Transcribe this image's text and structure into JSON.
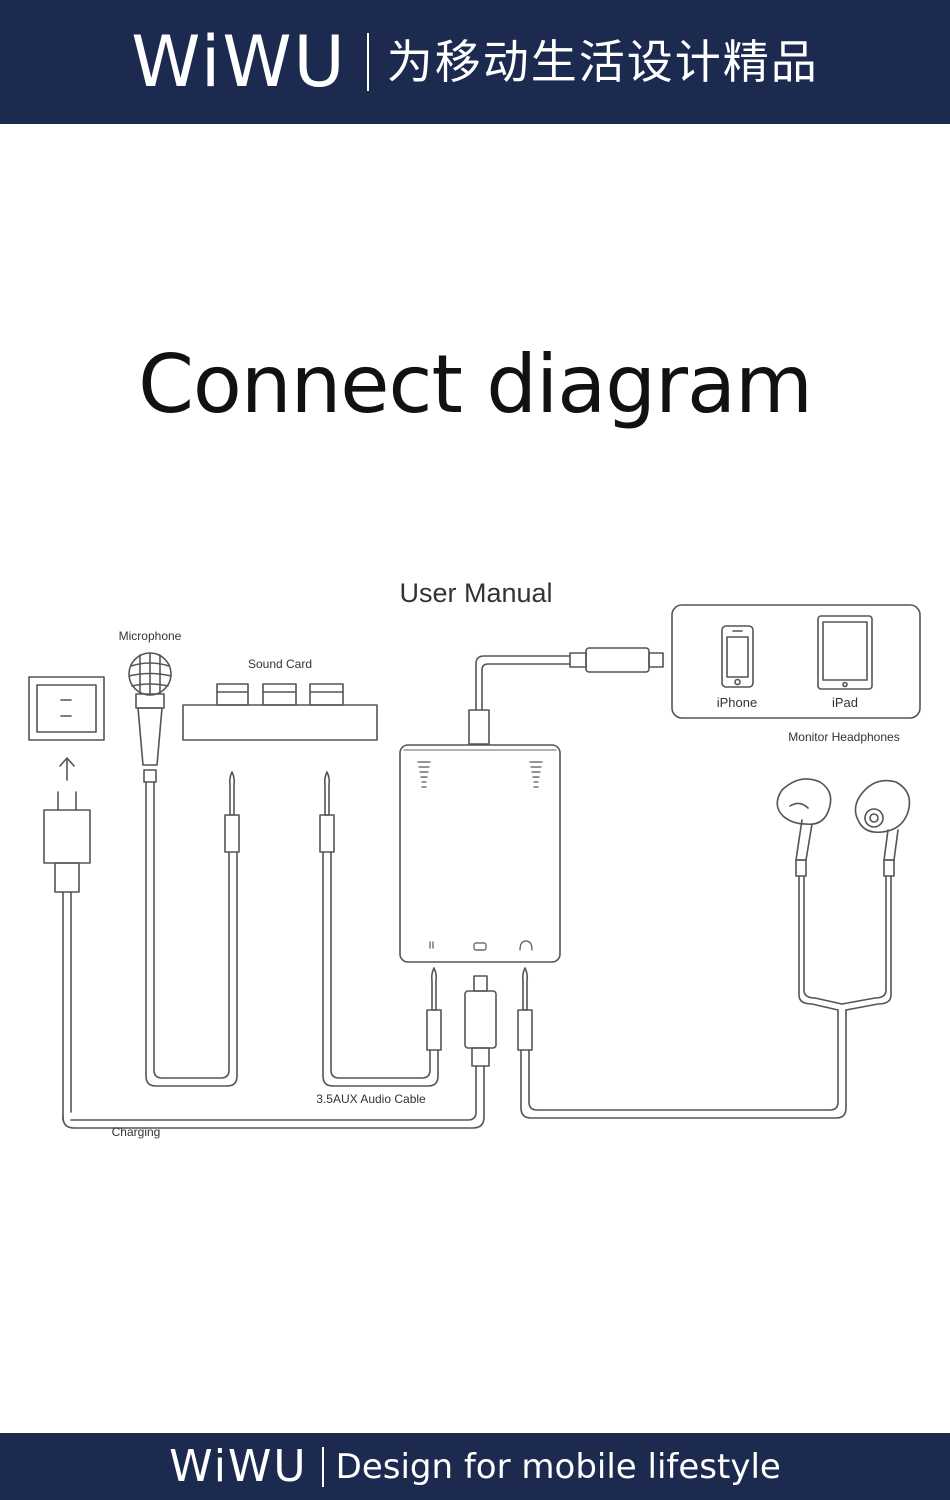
{
  "header": {
    "brand": "WiWU",
    "slogan": "为移动生活设计精品"
  },
  "title": "Connect diagram",
  "diagram": {
    "heading": "User Manual",
    "labels": {
      "microphone": "Microphone",
      "sound_card": "Sound Card",
      "iphone": "iPhone",
      "ipad": "iPad",
      "monitor_headphones": "Monitor Headphones",
      "aux_cable": "3.5AUX Audio Cable",
      "charging": "Charging"
    }
  },
  "footer": {
    "brand": "WiWU",
    "slogan": "Design for mobile lifestyle"
  }
}
